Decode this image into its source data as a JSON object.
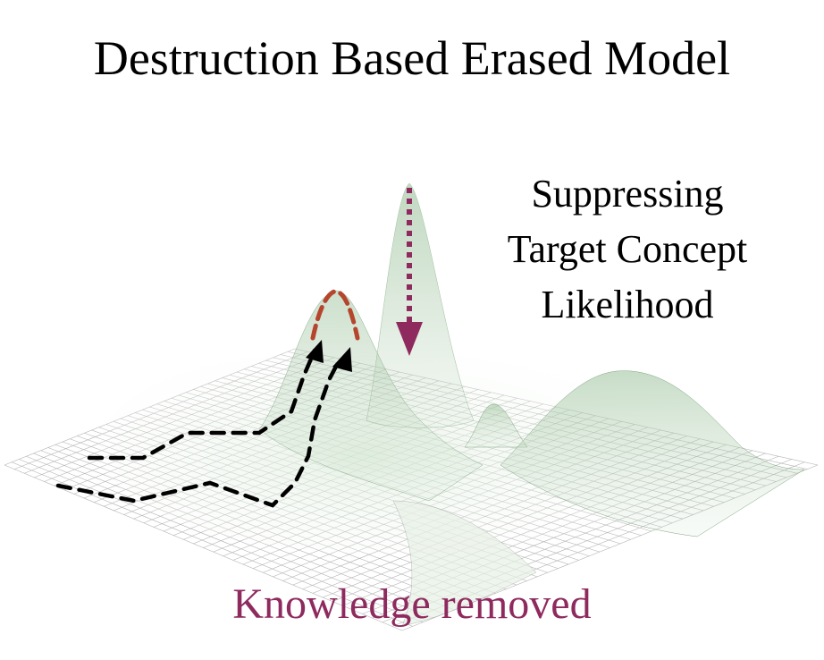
{
  "title": "Destruction Based Erased Model",
  "annotation": {
    "lines": [
      "Suppressing",
      "Target Concept",
      "Likelihood"
    ]
  },
  "caption": "Knowledge removed",
  "colors": {
    "surface_fill": "#8fb98f",
    "grid_line": "#9a9a9a",
    "arrow_suppress": "#8e2a5e",
    "caption_text": "#8e2a5e",
    "peak_highlight": "#b5452d",
    "path_lines": "#000000"
  },
  "icons": {
    "suppress_arrow": "dotted-down-arrow",
    "path_arrows": "dashed-arrow"
  }
}
